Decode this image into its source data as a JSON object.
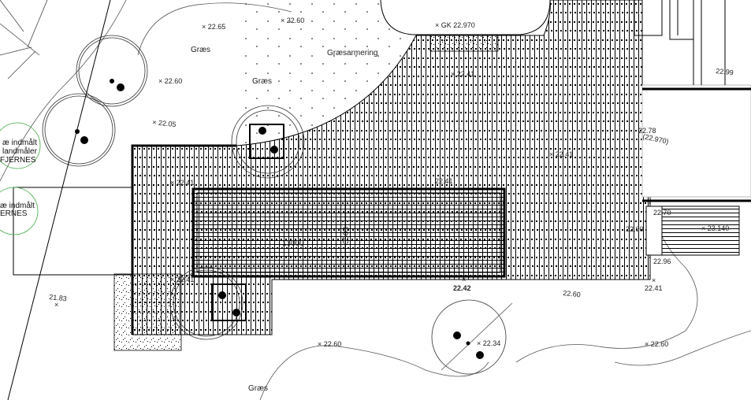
{
  "drawing": {
    "areas": {
      "lawn_1": "Græs",
      "lawn_2": "Græs",
      "lawn_3": "Græs",
      "grass_paving": "Græsarmering"
    },
    "deck": {
      "length_dim": "13000",
      "width_dim": "3503"
    },
    "tree_notes": {
      "note1_line1": "æ indmålt",
      "note1_line2": "landmåler",
      "note1_line3": "FJERNES",
      "note2_line1": "æ indmålt",
      "note2_line2": "ERNES"
    },
    "levels": {
      "l1": "22.65",
      "l2": "22.60",
      "l3": "GK 22.970",
      "l4": "22.60",
      "l5": "22.05",
      "l6": "22.99",
      "l7": "22.41",
      "l8": "22.78",
      "l9": "(22.970)",
      "l10": "22.41",
      "l11": "22.41",
      "l12": "22.41",
      "l13": "22.70",
      "l14": "22.60",
      "l15": "23.140",
      "l16": "22.96",
      "l17": "22.41",
      "l18": "22.42",
      "l19": "22.60",
      "l20": "22.41",
      "l21": "21.83",
      "l22": "22.34",
      "l23": "22.60",
      "l24": "22.60"
    }
  }
}
